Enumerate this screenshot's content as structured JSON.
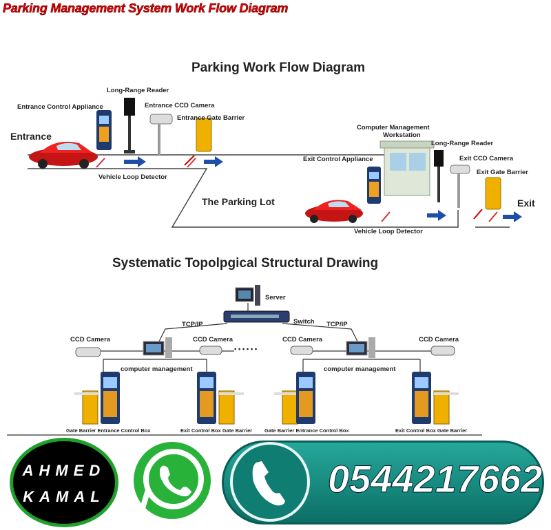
{
  "page_title": "Parking Management System Work Flow Diagram",
  "workflow": {
    "title": "Parking Work Flow Diagram",
    "labels": {
      "entrance": "Entrance",
      "entrance_control": "Entrance  Control  Appliance",
      "long_range_reader_1": "Long-Range Reader",
      "entrance_ccd": "Entrance CCD Camera",
      "entrance_gate": "Entrance Gate Barrier",
      "vehicle_loop_1": "Vehicle Loop Detector",
      "parking_lot": "The Parking Lot",
      "computer_ws": "Computer Management",
      "computer_ws_2": "Workstation",
      "long_range_reader_2": "Long-Range Reader",
      "exit_control": "Exit Control  Appliance",
      "exit_ccd": "Exit CCD Camera",
      "exit_gate": "Exit Gate Barrier",
      "exit": "Exit",
      "vehicle_loop_2": "Vehicle Loop Detector"
    }
  },
  "topology": {
    "title": "Systematic Topolpgical Structural Drawing",
    "labels": {
      "server": "Server",
      "switch": "Switch",
      "tcpip_left": "TCP/IP",
      "tcpip_right": "TCP/IP",
      "ccd_1": "CCD Camera",
      "ccd_2": "CCD Camera",
      "ccd_3": "CCD Camera",
      "ccd_4": "CCD Camera",
      "dots": "• • •     • • •",
      "comp_mgmt_left": "computer management",
      "comp_mgmt_right": "computer management",
      "bottom_1": "Gate Barrier  Entrance Control Box",
      "bottom_2": "Exit Control Box  Gate Barrier",
      "bottom_3": "Gate Barrier  Entrance Control Box",
      "bottom_4": "Exit Control Box  Gate Barrier"
    }
  },
  "footer": {
    "name_line_1": "AHMED",
    "name_line_2": "KAMAL",
    "phone": "0544217662",
    "icons": [
      "whatsapp-icon",
      "phone-icon"
    ]
  },
  "colors": {
    "title_red": "#e00000",
    "arrow_blue": "#1d4fa8",
    "car_red": "#d01818",
    "gate_yellow": "#f0b000",
    "badge_green": "#1fa02a",
    "phone_teal": "#12867b"
  }
}
